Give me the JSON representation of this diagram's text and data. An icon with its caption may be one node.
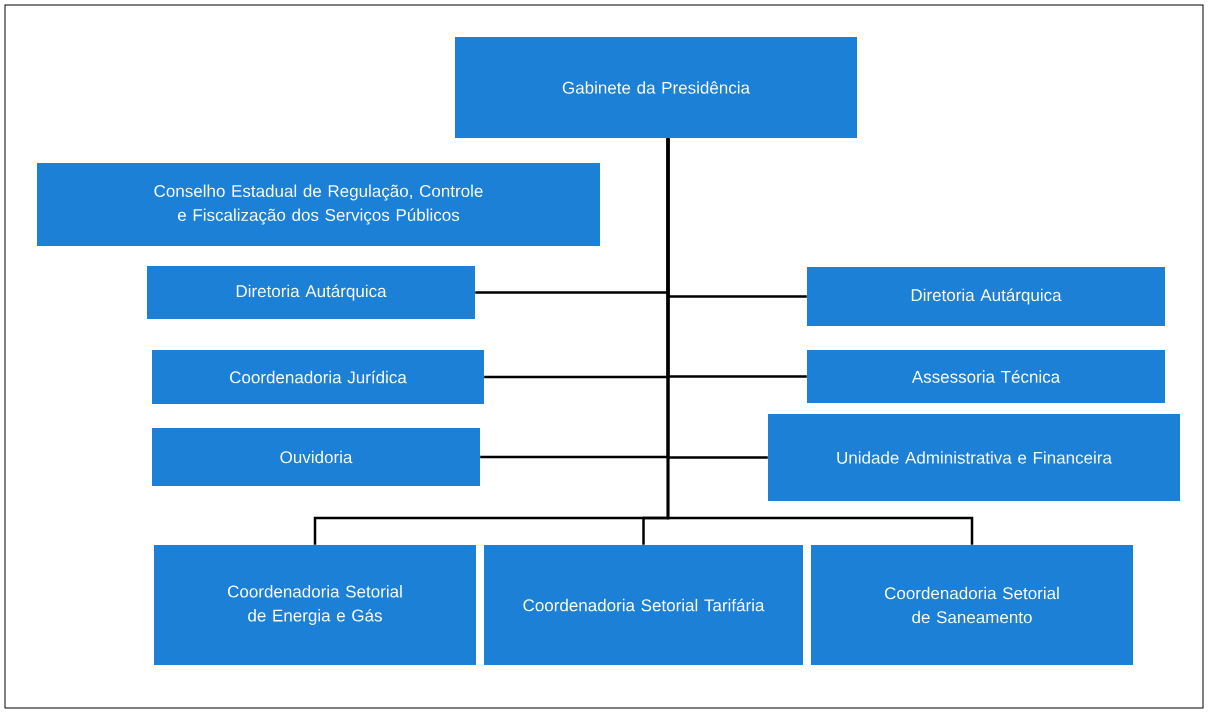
{
  "diagram": {
    "nodes": [
      {
        "text": [
          "Gabinete da Presidência"
        ]
      },
      {
        "text": [
          "Conselho Estadual de Regulação, Controle e Fiscalização dos Serviços Públicos"
        ]
      },
      {
        "text": [
          "Diretoria Autárquica"
        ]
      },
      {
        "text": [
          "Diretoria Autárquica"
        ]
      },
      {
        "text": [
          "Coordenadoria Jurídica"
        ]
      },
      {
        "text": [
          "Assessoria Técnica"
        ]
      },
      {
        "text": [
          "Ouvidoria"
        ]
      },
      {
        "text": [
          "Unidade Administrativa e Financeira"
        ]
      },
      {
        "text": [
          "Coordenadoria Setorial de Energia e Gás"
        ]
      },
      {
        "text": [
          "Coordenadoria Setorial Tarifária"
        ]
      },
      {
        "text": [
          "Coordenadoria Setorial de Saneamento"
        ]
      }
    ],
    "edges": [
      {
        "from": 0,
        "to": 2,
        "arrow": "none"
      },
      {
        "from": 0,
        "to": 3,
        "arrow": "none"
      },
      {
        "from": 0,
        "to": 4,
        "arrow": "none"
      },
      {
        "from": 0,
        "to": 5,
        "arrow": "none"
      },
      {
        "from": 0,
        "to": 6,
        "arrow": "none"
      },
      {
        "from": 0,
        "to": 7,
        "arrow": "none"
      },
      {
        "from": 0,
        "to": 8,
        "arrow": "none"
      },
      {
        "from": 0,
        "to": 9,
        "arrow": "none"
      },
      {
        "from": 0,
        "to": 10,
        "arrow": "none"
      }
    ]
  }
}
